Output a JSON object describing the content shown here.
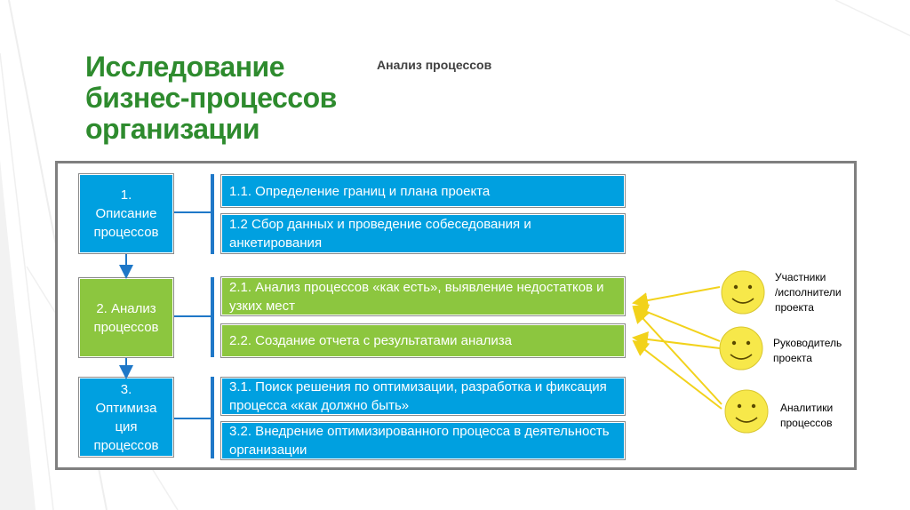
{
  "title_lines": [
    "Исследование",
    "бизнес-процессов",
    "организации"
  ],
  "subtitle": "Анализ процессов",
  "stages": [
    {
      "label_lines": [
        "1.",
        "Описание",
        "процессов"
      ],
      "tasks": [
        "1.1. Определение границ и плана проекта",
        "1.2 Сбор данных и проведение собеседования и анкетирования"
      ]
    },
    {
      "label_lines": [
        "2. Анализ",
        "процессов"
      ],
      "tasks": [
        "2.1. Анализ процессов «как есть», выявление недостатков и узких мест",
        "2.2. Создание отчета с результатами анализа"
      ]
    },
    {
      "label_lines": [
        "3.",
        "Оптимиза",
        "ция",
        "процессов"
      ],
      "tasks": [
        "3.1. Поиск решения по оптимизации, разработка и фиксация процесса «как должно быть»",
        "3.2. Внедрение оптимизированного процесса в деятельность организации"
      ]
    }
  ],
  "roles": [
    {
      "label_lines": [
        "Участники",
        "/исполнители",
        "проекта"
      ]
    },
    {
      "label_lines": [
        "Руководитель",
        "проекта"
      ]
    },
    {
      "label_lines": [
        "Аналитики",
        "процессов"
      ]
    }
  ],
  "colors": {
    "title": "#2e8b2e",
    "blue_box": "#00a0e0",
    "green_box": "#8cc63f",
    "arrow_blue": "#1f78c8",
    "arrow_yellow": "#f2d21b",
    "smiley_fill": "#f7e84a",
    "frame": "#7f7f7f"
  }
}
